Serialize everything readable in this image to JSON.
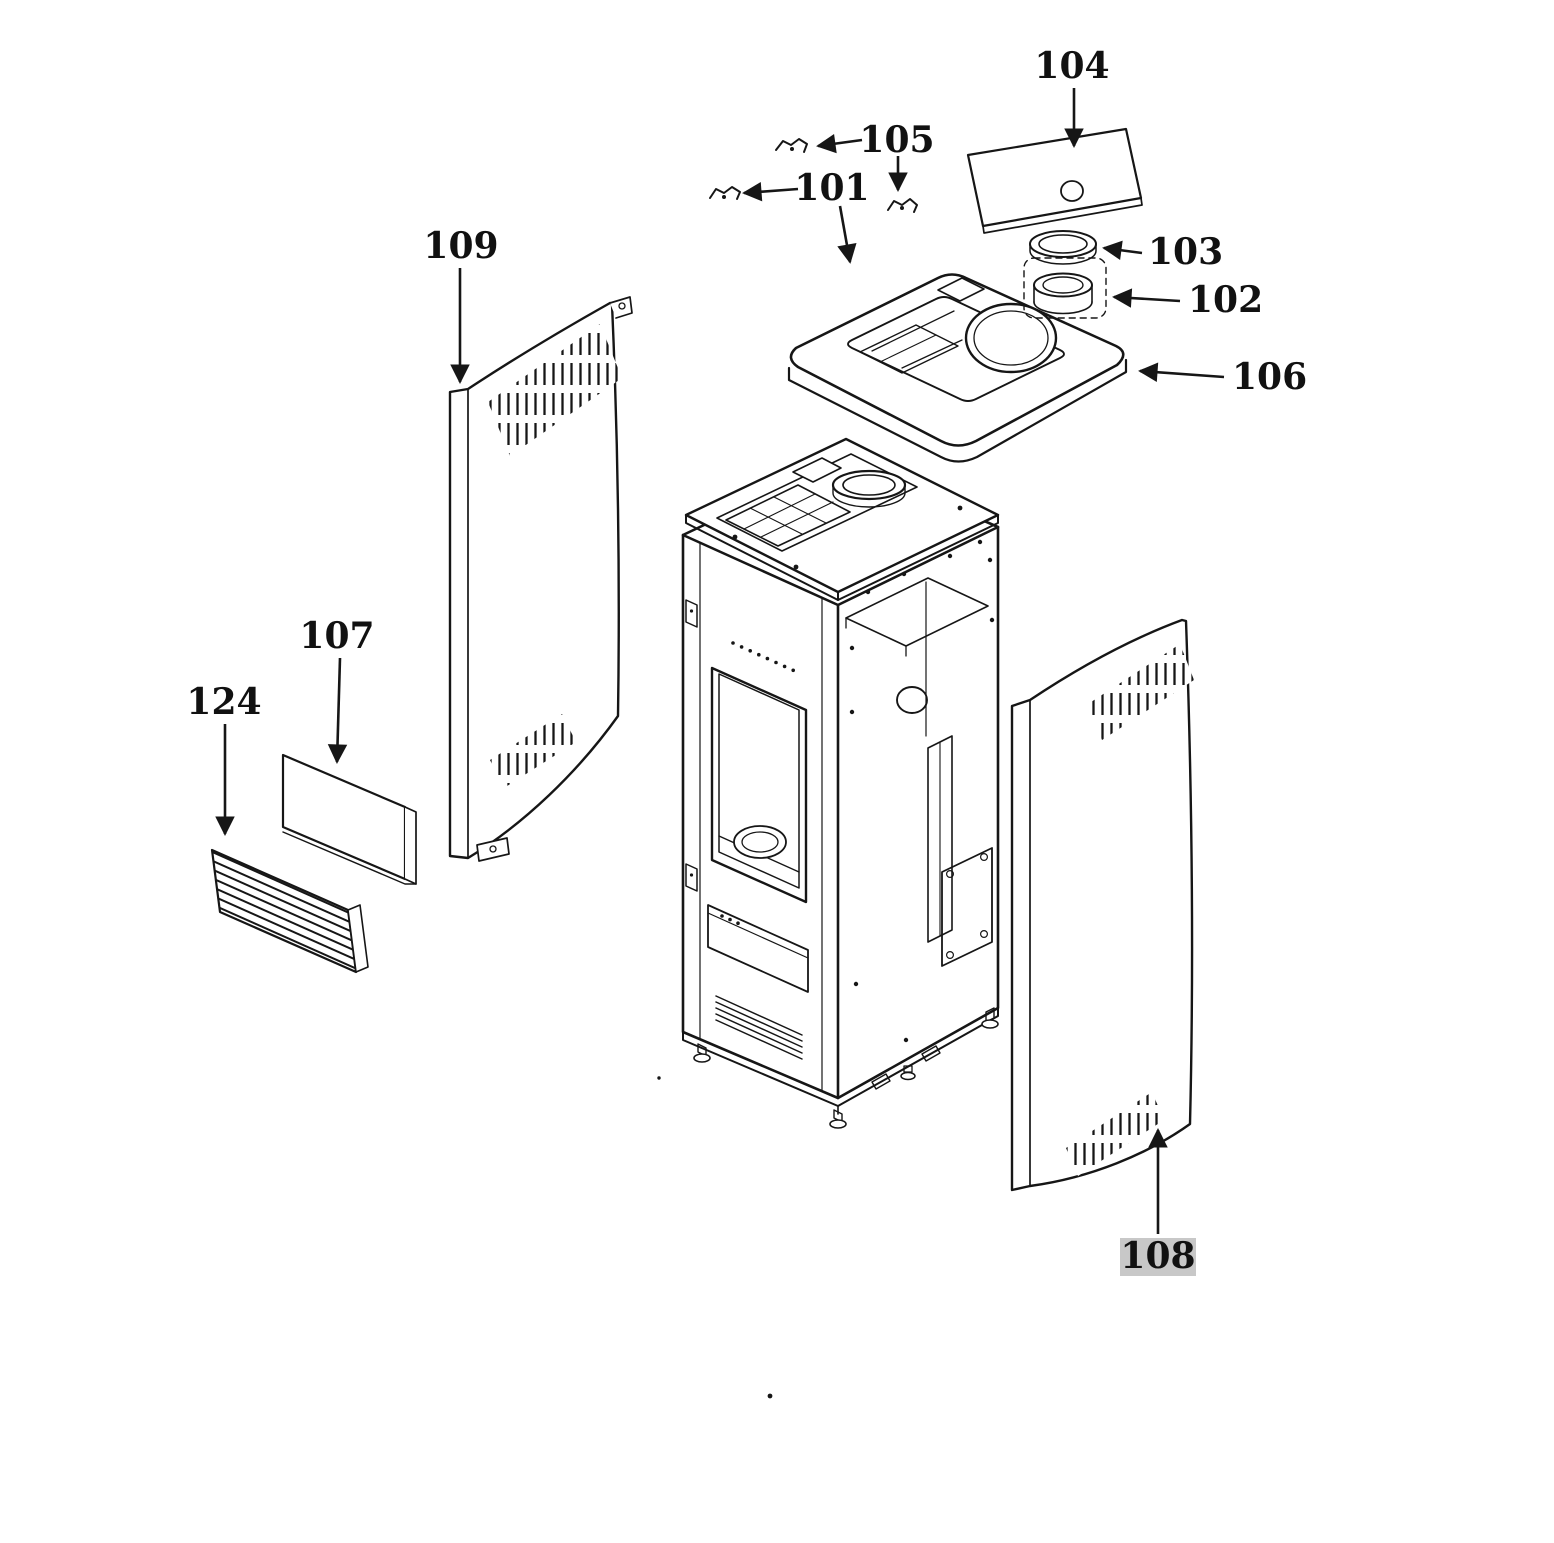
{
  "canvas": {
    "background": "#ffffff",
    "line_color": "#161616",
    "highlight_color": "#c8c8c8"
  },
  "diagram": {
    "type": "exploded-parts-diagram",
    "labels": {
      "p101": "101",
      "p102": "102",
      "p103": "103",
      "p104": "104",
      "p105": "105",
      "p106": "106",
      "p107": "107",
      "p108": "108",
      "p109": "109",
      "p124": "124"
    }
  }
}
